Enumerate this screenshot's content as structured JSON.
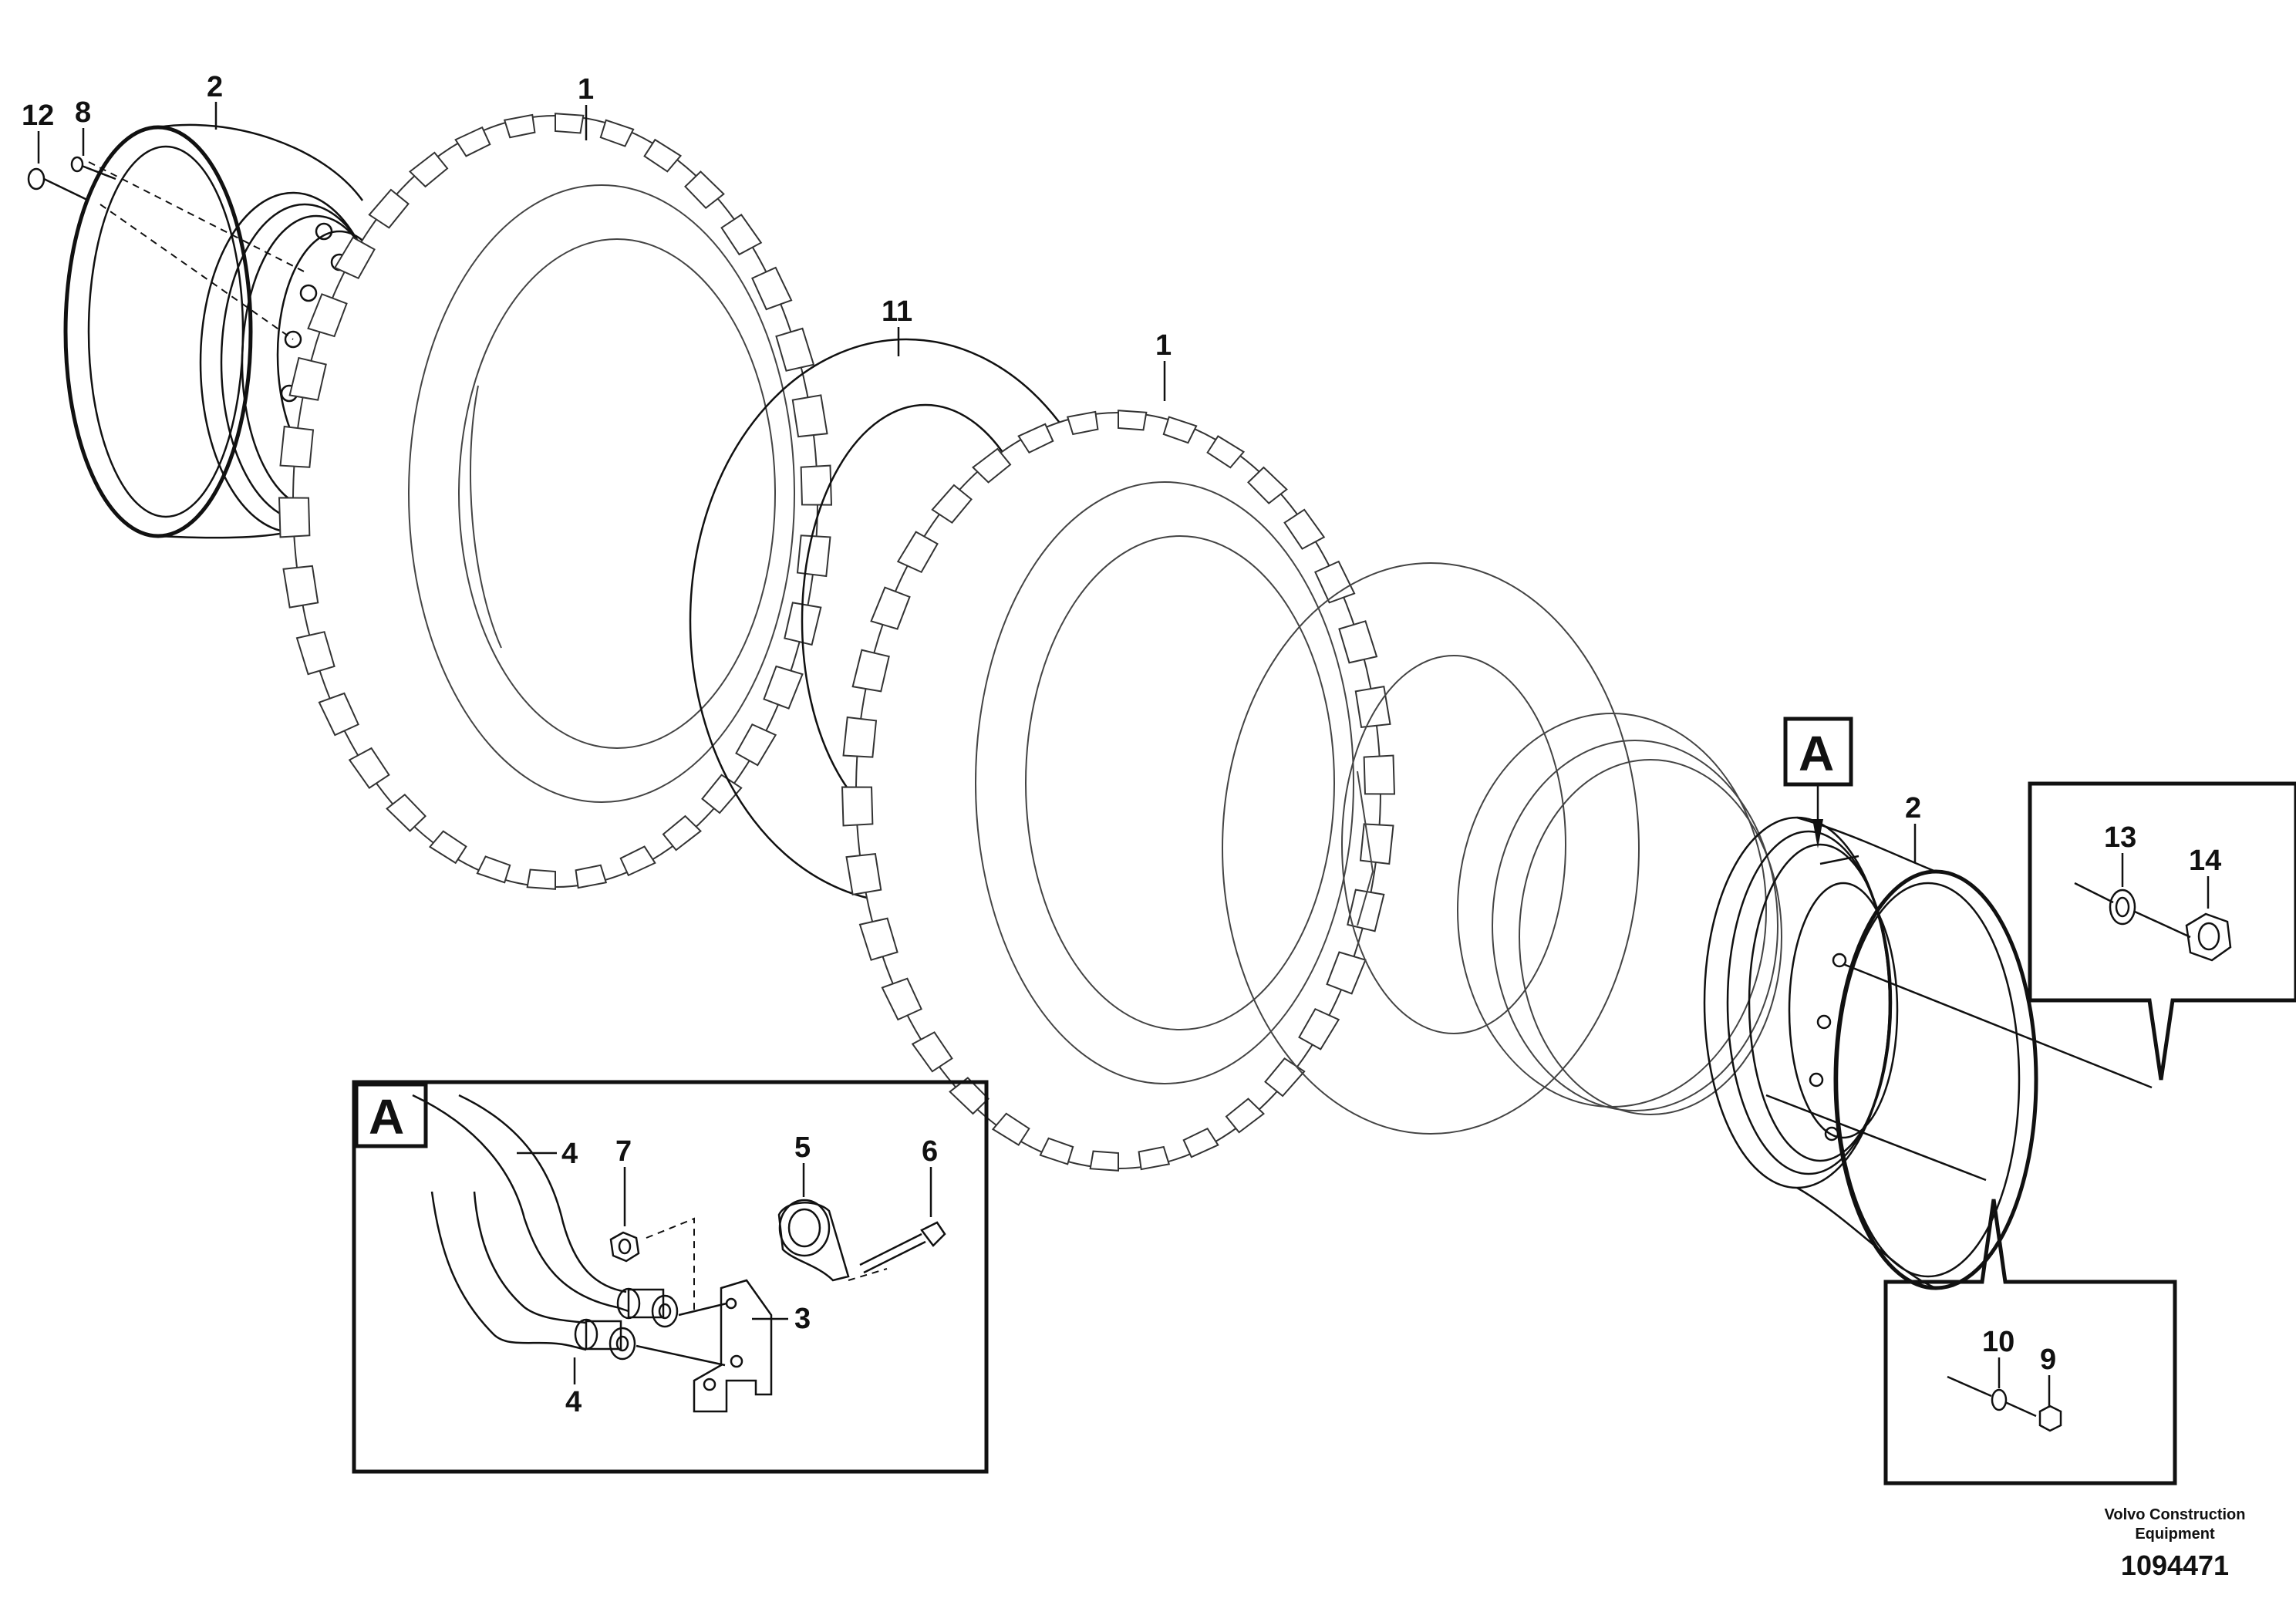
{
  "callouts": {
    "c12": "12",
    "c8": "8",
    "c2_top": "2",
    "c1_top": "1",
    "c11": "11",
    "c1_mid": "1",
    "c2_right": "2",
    "c13": "13",
    "c14": "14",
    "c10": "10",
    "c9": "9",
    "c4_upper": "4",
    "c7": "7",
    "c5": "5",
    "c6": "6",
    "c3": "3",
    "c4_lower": "4"
  },
  "detail_marker": "A",
  "detail_box_label": "A",
  "footer": {
    "company_line1": "Volvo Construction",
    "company_line2": "Equipment",
    "drawing_number": "1094471"
  }
}
